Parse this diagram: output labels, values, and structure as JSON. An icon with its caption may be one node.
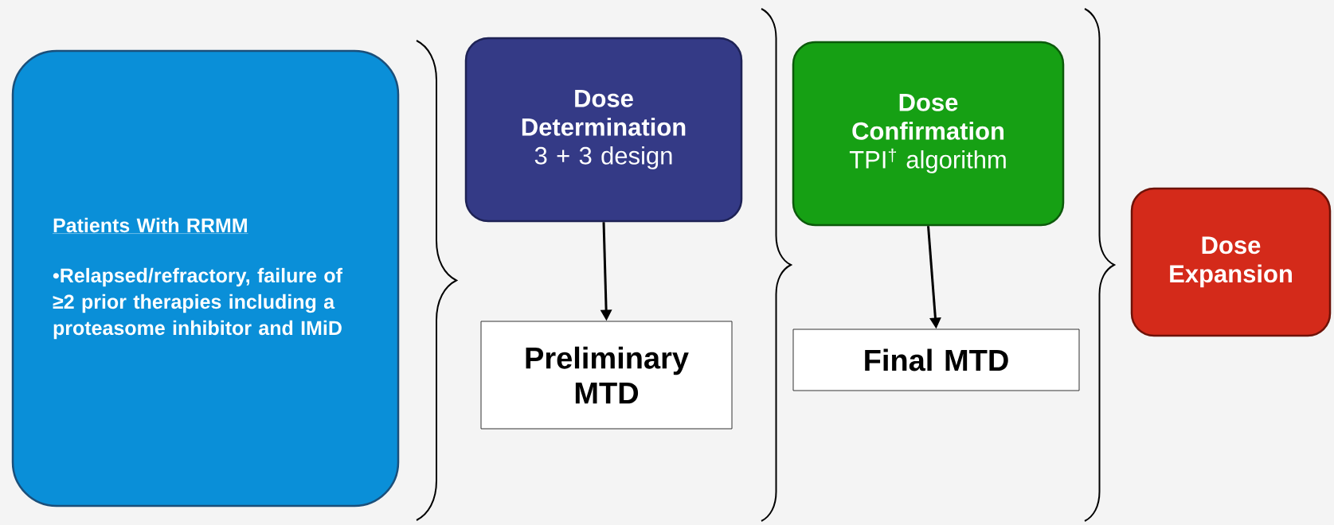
{
  "diagram": {
    "nodes": [
      {
        "text": [
          "Patients With RRMM",
          "•Relapsed/refractory, failure of ≥2 prior therapies including a proteasome inhibitor and IMiD"
        ]
      },
      {
        "text": [
          "Dose Determination",
          "3 + 3 design"
        ]
      },
      {
        "text": [
          "Preliminary MTD"
        ]
      },
      {
        "text": [
          "Dose Confirmation",
          "TPI$^{†}$ algorithm"
        ]
      },
      {
        "text": [
          "Final MTD"
        ]
      },
      {
        "text": [
          "Dose Expansion"
        ]
      }
    ],
    "edges": [
      {
        "from": 1,
        "to": 2,
        "arrow": "to"
      },
      {
        "from": 3,
        "to": 4,
        "arrow": "to"
      }
    ]
  }
}
